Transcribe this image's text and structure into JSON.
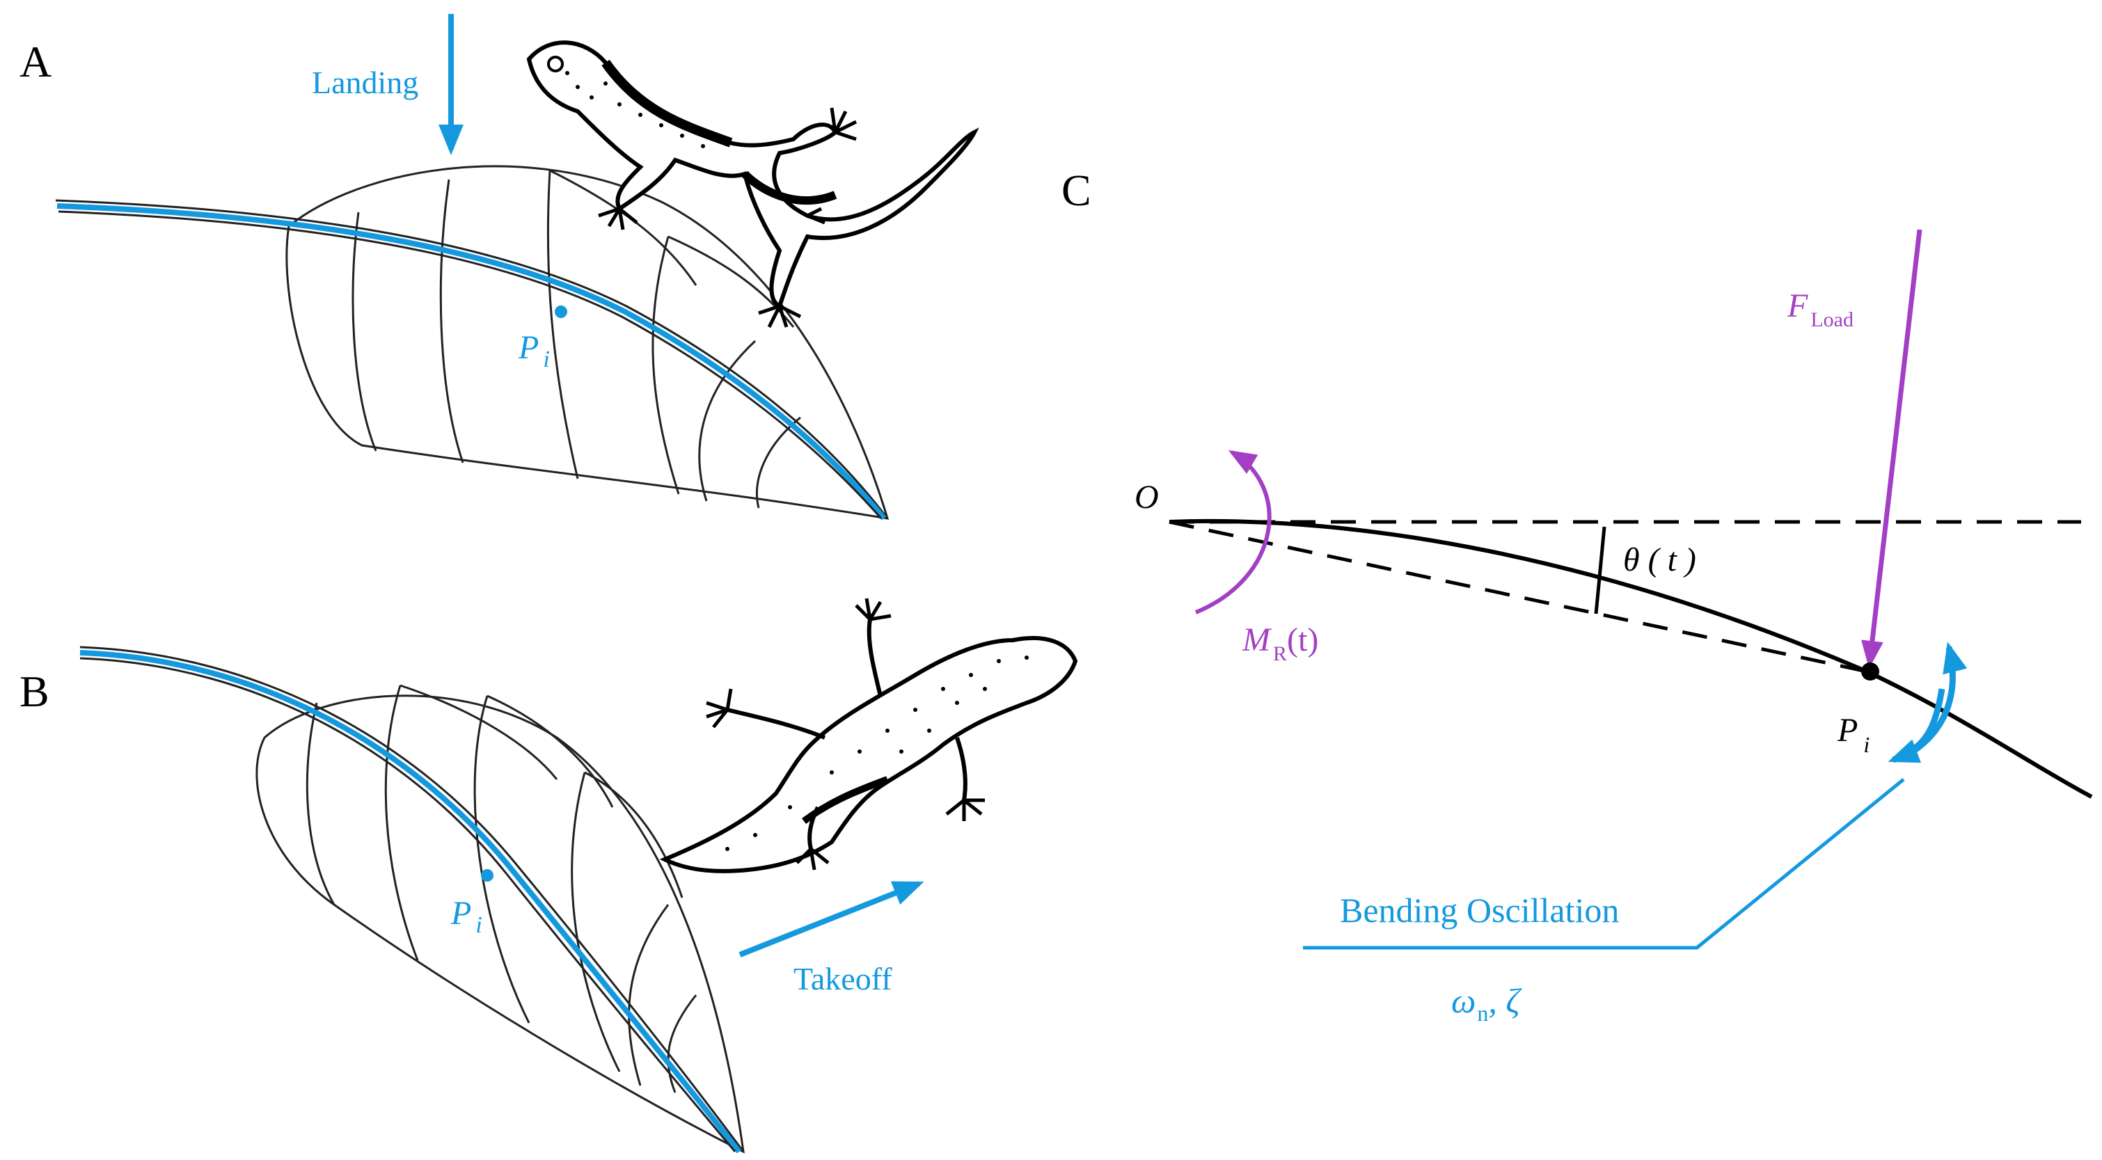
{
  "panels": {
    "a": {
      "label": "A",
      "landing_label": "Landing",
      "point_label": "P",
      "point_sub": "i"
    },
    "b": {
      "label": "B",
      "takeoff_label": "Takeoff",
      "point_label": "P",
      "point_sub": "i"
    },
    "c": {
      "label": "C",
      "origin_label": "O",
      "angle_label": "θ ( t )",
      "force_label": "F",
      "force_sub": "Load",
      "moment_label": "M",
      "moment_sub": "R",
      "moment_suffix": "(t)",
      "point_label": "P",
      "point_sub": "i",
      "oscillation_label": "Bending Oscillation",
      "omega_label": "ω",
      "omega_sub": "n",
      "zeta_label": ", ζ"
    }
  },
  "colors": {
    "blue": "#1499df",
    "purple": "#a33fc4",
    "black": "#000000"
  }
}
